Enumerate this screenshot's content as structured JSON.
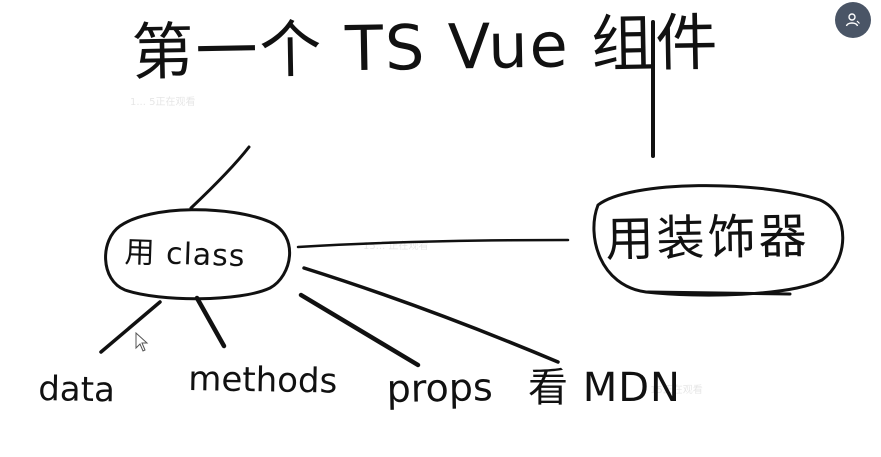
{
  "title": "第一个 TS Vue 组件",
  "nodes": {
    "class_label": "用 class",
    "decorator_label": "用装饰器"
  },
  "leaves": {
    "data": "data",
    "methods": "methods",
    "props": "props",
    "mdn": "看 MDN"
  },
  "watermarks": {
    "w1": "1... 5正在观看",
    "w2": "15... 正在观看",
    "w3": "15正在观看"
  },
  "colors": {
    "ink": "#111111",
    "avatar_bg": "#4a5566"
  },
  "icons": {
    "avatar": "user-icon",
    "cursor": "mouse-pointer-icon"
  }
}
